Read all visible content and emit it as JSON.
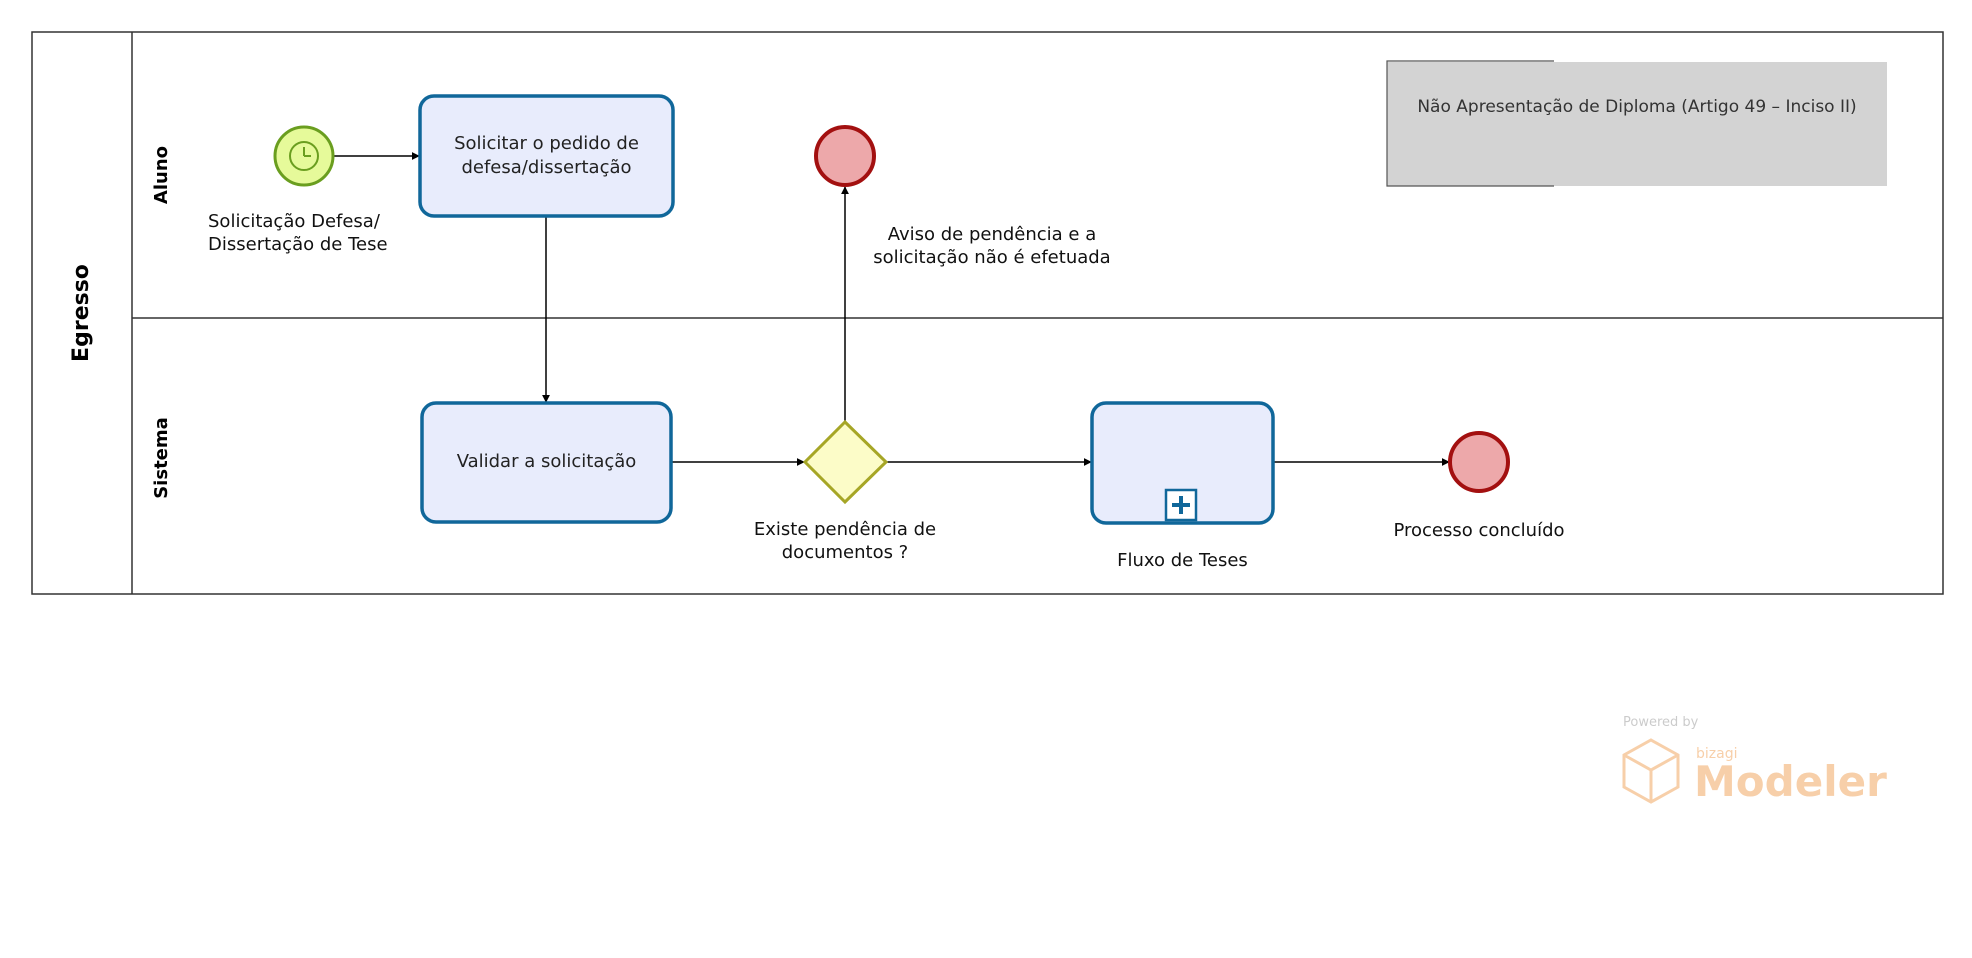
{
  "pool": {
    "label": "Egresso"
  },
  "lanes": [
    {
      "label": "Aluno"
    },
    {
      "label": "Sistema"
    }
  ],
  "start_event": {
    "label": "Solicitação Defesa/ Dissertação de Tese",
    "icon": "timer-icon"
  },
  "tasks": [
    {
      "label": "Solicitar o pedido de defesa/dissertação"
    },
    {
      "label": "Validar a solicitação"
    }
  ],
  "subprocess": {
    "label": "Fluxo de Teses",
    "icon": "expand-plus-icon"
  },
  "gateway": {
    "label": "Existe pendência de documentos ?"
  },
  "end_events": [
    {
      "label": "Aviso de pendência e a solicitação não é efetuada"
    },
    {
      "label": "Processo concluído"
    }
  ],
  "annotation": {
    "text": "Não Apresentação de Diploma (Artigo 49 – Inciso II)"
  },
  "watermark": {
    "powered_by": "Powered by",
    "brand": "bizagi",
    "product": "Modeler"
  },
  "colors": {
    "task_fill": "#e8ecfc",
    "task_stroke": "#10679a",
    "start_fill": "#e6fa9a",
    "start_stroke": "#6a9e1f",
    "end_fill": "#eda8aa",
    "end_stroke": "#a31010",
    "gateway_fill": "#fcfcc8",
    "gateway_stroke": "#a6a626",
    "annotation_fill": "#d3d3d3",
    "watermark": "#f0a055"
  }
}
